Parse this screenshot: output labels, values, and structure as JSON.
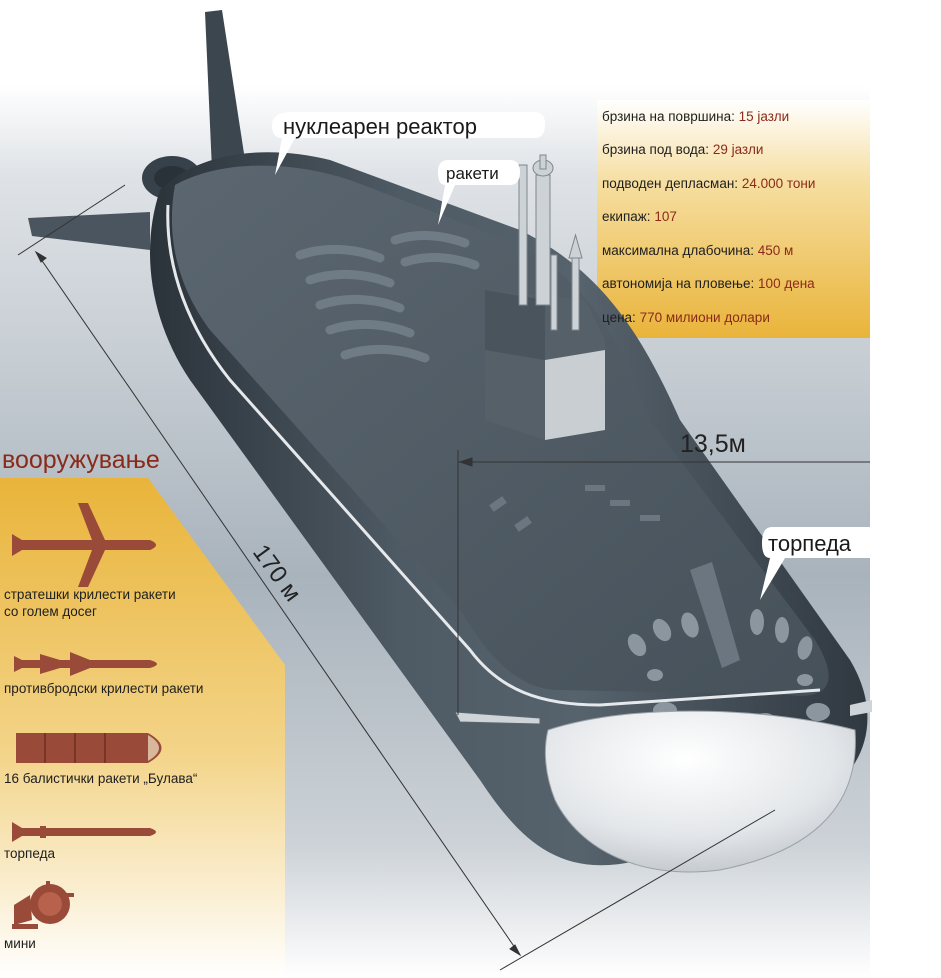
{
  "callouts": {
    "reactor": "нуклеарен реактор",
    "missiles": "ракети",
    "torpedoes": "торпеда"
  },
  "dimensions": {
    "length": "170 м",
    "width": "13,5м"
  },
  "specs": [
    {
      "label": "брзина на површина: ",
      "value": "15 јазли"
    },
    {
      "label": "брзина под вода: ",
      "value": "29 јазли"
    },
    {
      "label": "подводен депласман: ",
      "value": "24.000 тони"
    },
    {
      "label": "екипаж: ",
      "value": "107"
    },
    {
      "label": "максимална длабочина: ",
      "value": "450 м"
    },
    {
      "label": "автономија на пловење: ",
      "value": "100 дена"
    },
    {
      "label": "цена: ",
      "value": "770 милиони долари"
    }
  ],
  "armament": {
    "title": "вооружување",
    "items": [
      {
        "label": "стратешки крилести ракети со голем досег",
        "icon": "cruise-missile-icon"
      },
      {
        "label": "противбродски крилести ракети",
        "icon": "anti-ship-missile-icon"
      },
      {
        "label": "16 балистички ракети „Булава“",
        "icon": "ballistic-missile-icon"
      },
      {
        "label": "торпеда",
        "icon": "torpedo-icon"
      },
      {
        "label": "мини",
        "icon": "naval-mine-icon"
      }
    ]
  },
  "colors": {
    "hull": "#3e4a54",
    "accent_text": "#8b2a1a",
    "panel_orange": "#e9b43a",
    "weapon_icons": "#9a4a38"
  }
}
